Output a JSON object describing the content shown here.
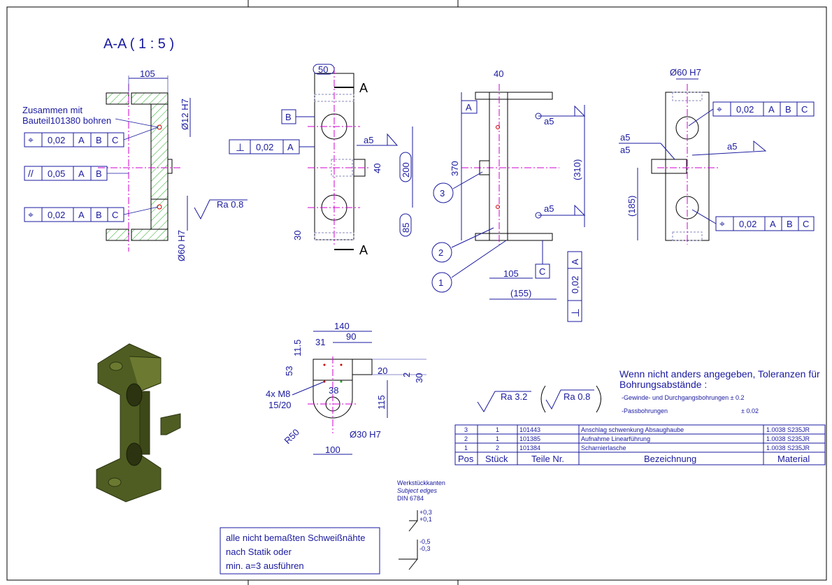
{
  "section_view": {
    "title": "A-A ( 1 : 5 )"
  },
  "notes": {
    "drill_note_1": "Zusammen mit",
    "drill_note_2": "Bauteil101380 bohren",
    "tolerance_title_1": "Wenn nicht anders angegeben, Toleranzen für",
    "tolerance_title_2": "Bohrungsabstände :",
    "tol_line1": "-Gewinde- und Durchgangsbohrungen ± 0.2",
    "tol_line2_label": "-Passbohrungen",
    "tol_line2_value": "± 0.02",
    "weld_1": "alle nicht bemaßten Schweißnähte",
    "weld_2": "nach Statik oder",
    "weld_3": "min. a=3 ausführen",
    "edges_1": "Werkstückkanten",
    "edges_2": "Subject edges",
    "edges_3": "DIN 6784",
    "edge_tol_a1": "+0,3",
    "edge_tol_a2": "+0,1",
    "edge_tol_b1": "-0,5",
    "edge_tol_b2": "-0,3"
  },
  "dims": {
    "d105": "105",
    "d12h7": "Ø12 H7",
    "d60h7": "Ø60 H7",
    "ra08": "Ra 0.8",
    "d50": "50",
    "dA": "A",
    "dB": "B",
    "dC": "C",
    "d200": "200",
    "d40": "40",
    "d30": "30",
    "d85": "85",
    "a5": "a5",
    "d370": "370",
    "d310": "(310)",
    "d155": "(155)",
    "d185": "(185)",
    "d140": "140",
    "d90": "90",
    "d31": "31",
    "d115a": "11.5",
    "d53": "53",
    "d38": "38",
    "d20": "20",
    "d2": "2",
    "d115b": "115",
    "m8_1": "4x M8",
    "m8_2": "15/20",
    "r50": "R50",
    "d30h7": "Ø30 H7",
    "d100": "100",
    "ra32": "Ra 3.2"
  },
  "fcf": {
    "pos": "⌖",
    "par": "//",
    "perp": "⊥",
    "v002": "0,02",
    "v005": "0,05",
    "A": "A",
    "B": "B",
    "C": "C"
  },
  "balloons": [
    "1",
    "2",
    "3"
  ],
  "parts_list": {
    "headers": [
      "Pos",
      "Stück",
      "Teile Nr.",
      "Bezeichnung",
      "Material"
    ],
    "rows": [
      [
        "3",
        "1",
        "101443",
        "Anschlag schwenkung Absaughaube",
        "1.0038 S235JR"
      ],
      [
        "2",
        "1",
        "101385",
        "Aufnahme Linearführung",
        "1.0038 S235JR"
      ],
      [
        "1",
        "2",
        "101384",
        "Scharnierlasche",
        "1.0038 S235JR"
      ]
    ]
  },
  "colors": {
    "annotation": "#1a1aa0",
    "center_line": "#d000d0",
    "body_3d": "#4f5d22",
    "hatch": "#22aa22"
  }
}
